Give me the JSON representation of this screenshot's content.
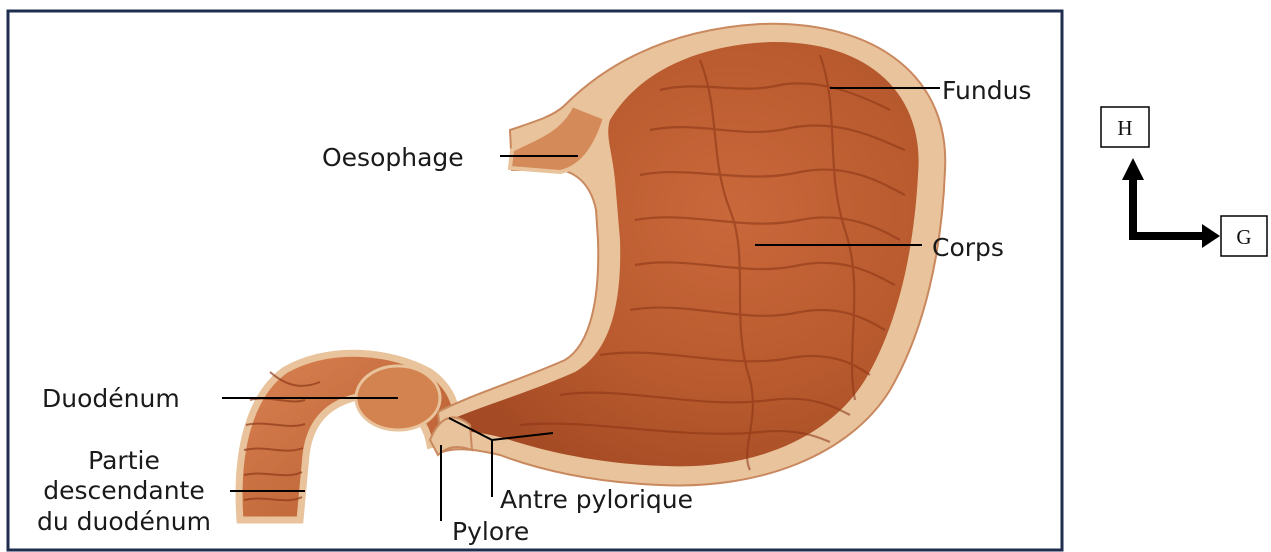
{
  "labels": {
    "fundus": "Fundus",
    "oesophage": "Oesophage",
    "corps": "Corps",
    "duodenum": "Duodénum",
    "partie_line1": "Partie",
    "partie_line2": "descendante",
    "partie_line3": "du duodénum",
    "antre": "Antre pylorique",
    "pylore": "Pylore"
  },
  "orientation": {
    "up": "H",
    "side": "G"
  },
  "colors": {
    "frame": "#1f2d4f",
    "tissue_outer": "#e8c39c",
    "tissue_mid": "#cc6a3a",
    "tissue_inner": "#b5542a",
    "leader": "#000000"
  }
}
